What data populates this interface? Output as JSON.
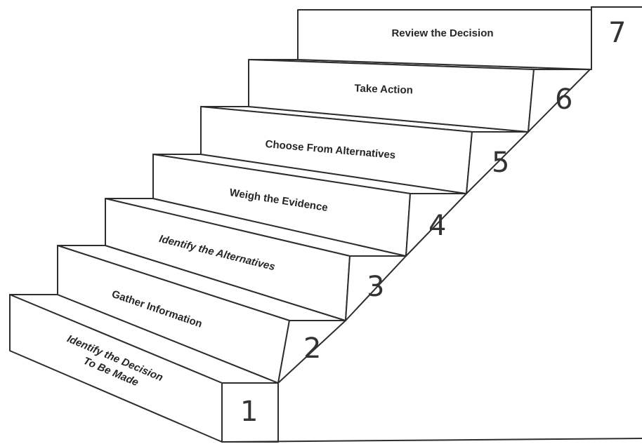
{
  "steps": [
    {
      "number": "1",
      "label_lines": [
        "Identify the Decision",
        "To Be Made"
      ]
    },
    {
      "number": "2",
      "label_lines": [
        "Gather Information"
      ]
    },
    {
      "number": "3",
      "label_lines": [
        "Identify the Alternatives"
      ]
    },
    {
      "number": "4",
      "label_lines": [
        "Weigh the Evidence"
      ]
    },
    {
      "number": "5",
      "label_lines": [
        "Choose From Alternatives"
      ]
    },
    {
      "number": "6",
      "label_lines": [
        "Take Action"
      ]
    },
    {
      "number": "7",
      "label_lines": [
        "Review the Decision"
      ]
    }
  ]
}
